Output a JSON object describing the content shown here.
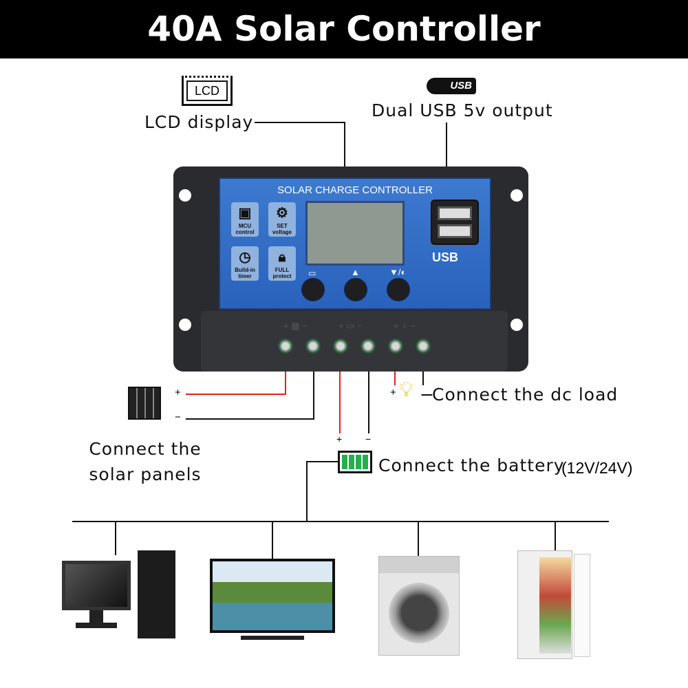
{
  "title": "40A Solar Controller",
  "callouts": {
    "lcd_icon_text": "LCD",
    "lcd_label": "LCD display",
    "usb_icon_text": "USB",
    "usb_label": "Dual USB 5v output",
    "dc_load_label": "Connect the dc load",
    "solar_label_line1": "Connect the",
    "solar_label_line2": "solar panels",
    "battery_label": "Connect the battery",
    "battery_voltage": "(12V/24V)",
    "plus": "+",
    "minus": "−"
  },
  "controller": {
    "panel_title": "SOLAR CHARGE CONTROLLER",
    "features": [
      {
        "icon": "chip-icon",
        "line1": "MCU",
        "line2": "control"
      },
      {
        "icon": "gear-icon",
        "line1": "SET",
        "line2": "voltage"
      },
      {
        "icon": "clock-icon",
        "line1": "Build-in",
        "line2": "timer"
      },
      {
        "icon": "lock-icon",
        "line1": "FULL",
        "line2": "protect"
      }
    ],
    "usb_logo": "USB",
    "button_icons": [
      "menu-icon",
      "up-icon",
      "down-light-icon"
    ]
  },
  "colors": {
    "panel_blue": "#2f6bc4",
    "wire_red": "#e02020",
    "battery_green": "#22b14c"
  },
  "appliances": [
    "computer",
    "tv",
    "washing-machine",
    "refrigerator"
  ]
}
